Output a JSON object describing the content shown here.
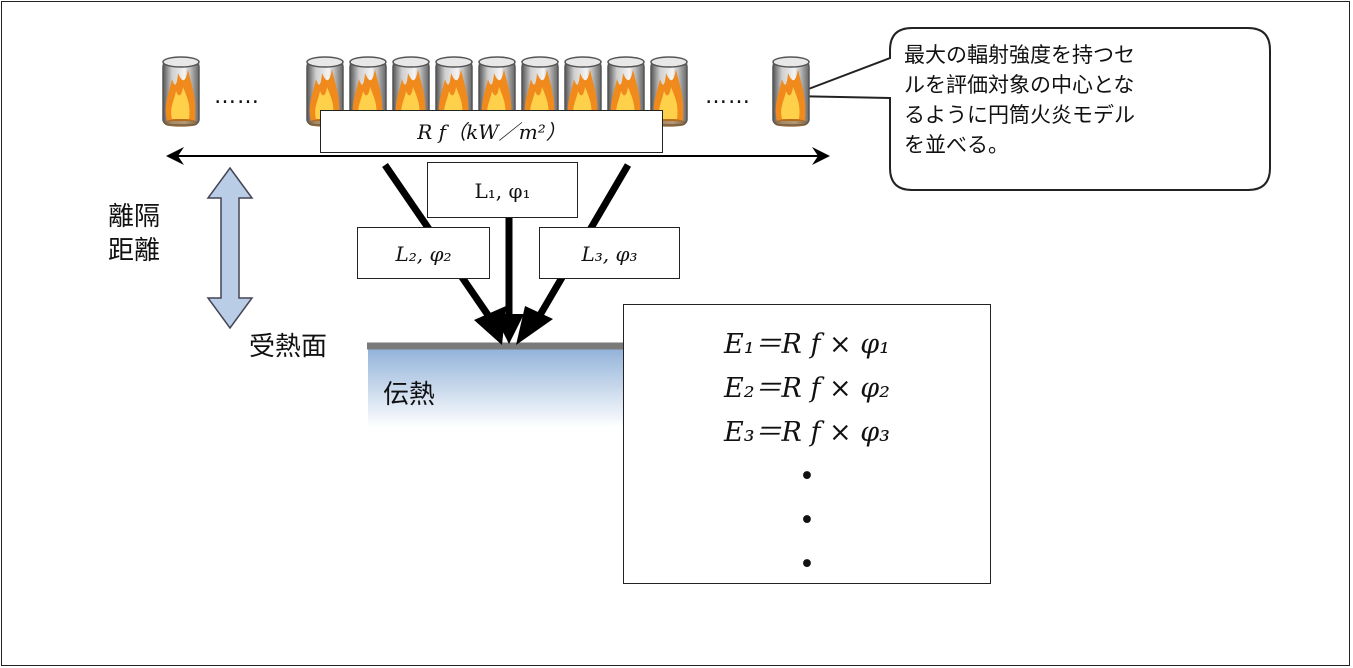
{
  "source_box": {
    "text": "R f（kW／m²）"
  },
  "callout": {
    "lines": [
      "最大の輻射強度を持つセ",
      "ルを評価対象の中心とな",
      "るように円筒火炎モデル",
      "を並べる。"
    ]
  },
  "path_labels": {
    "l1": "L₁, φ₁",
    "l2": "L₂, φ₂",
    "l3": "L₃, φ₃"
  },
  "distance_label": {
    "line1": "離隔",
    "line2": "距離"
  },
  "receiving_surface": "受熱面",
  "heat_transfer": "伝熱",
  "equations": [
    "E₁＝R f × φ₁",
    "E₂＝R f × φ₂",
    "E₃＝R f × φ₃"
  ],
  "ellipsis_markers": [
    "……",
    "……"
  ],
  "colors": {
    "flame_outer": "#f08a1c",
    "flame_inner": "#ffd04a",
    "arrow_blue": "#b9cde6",
    "surface_gray": "#7a7a7a",
    "gradient_top": "#8fb0d8"
  }
}
